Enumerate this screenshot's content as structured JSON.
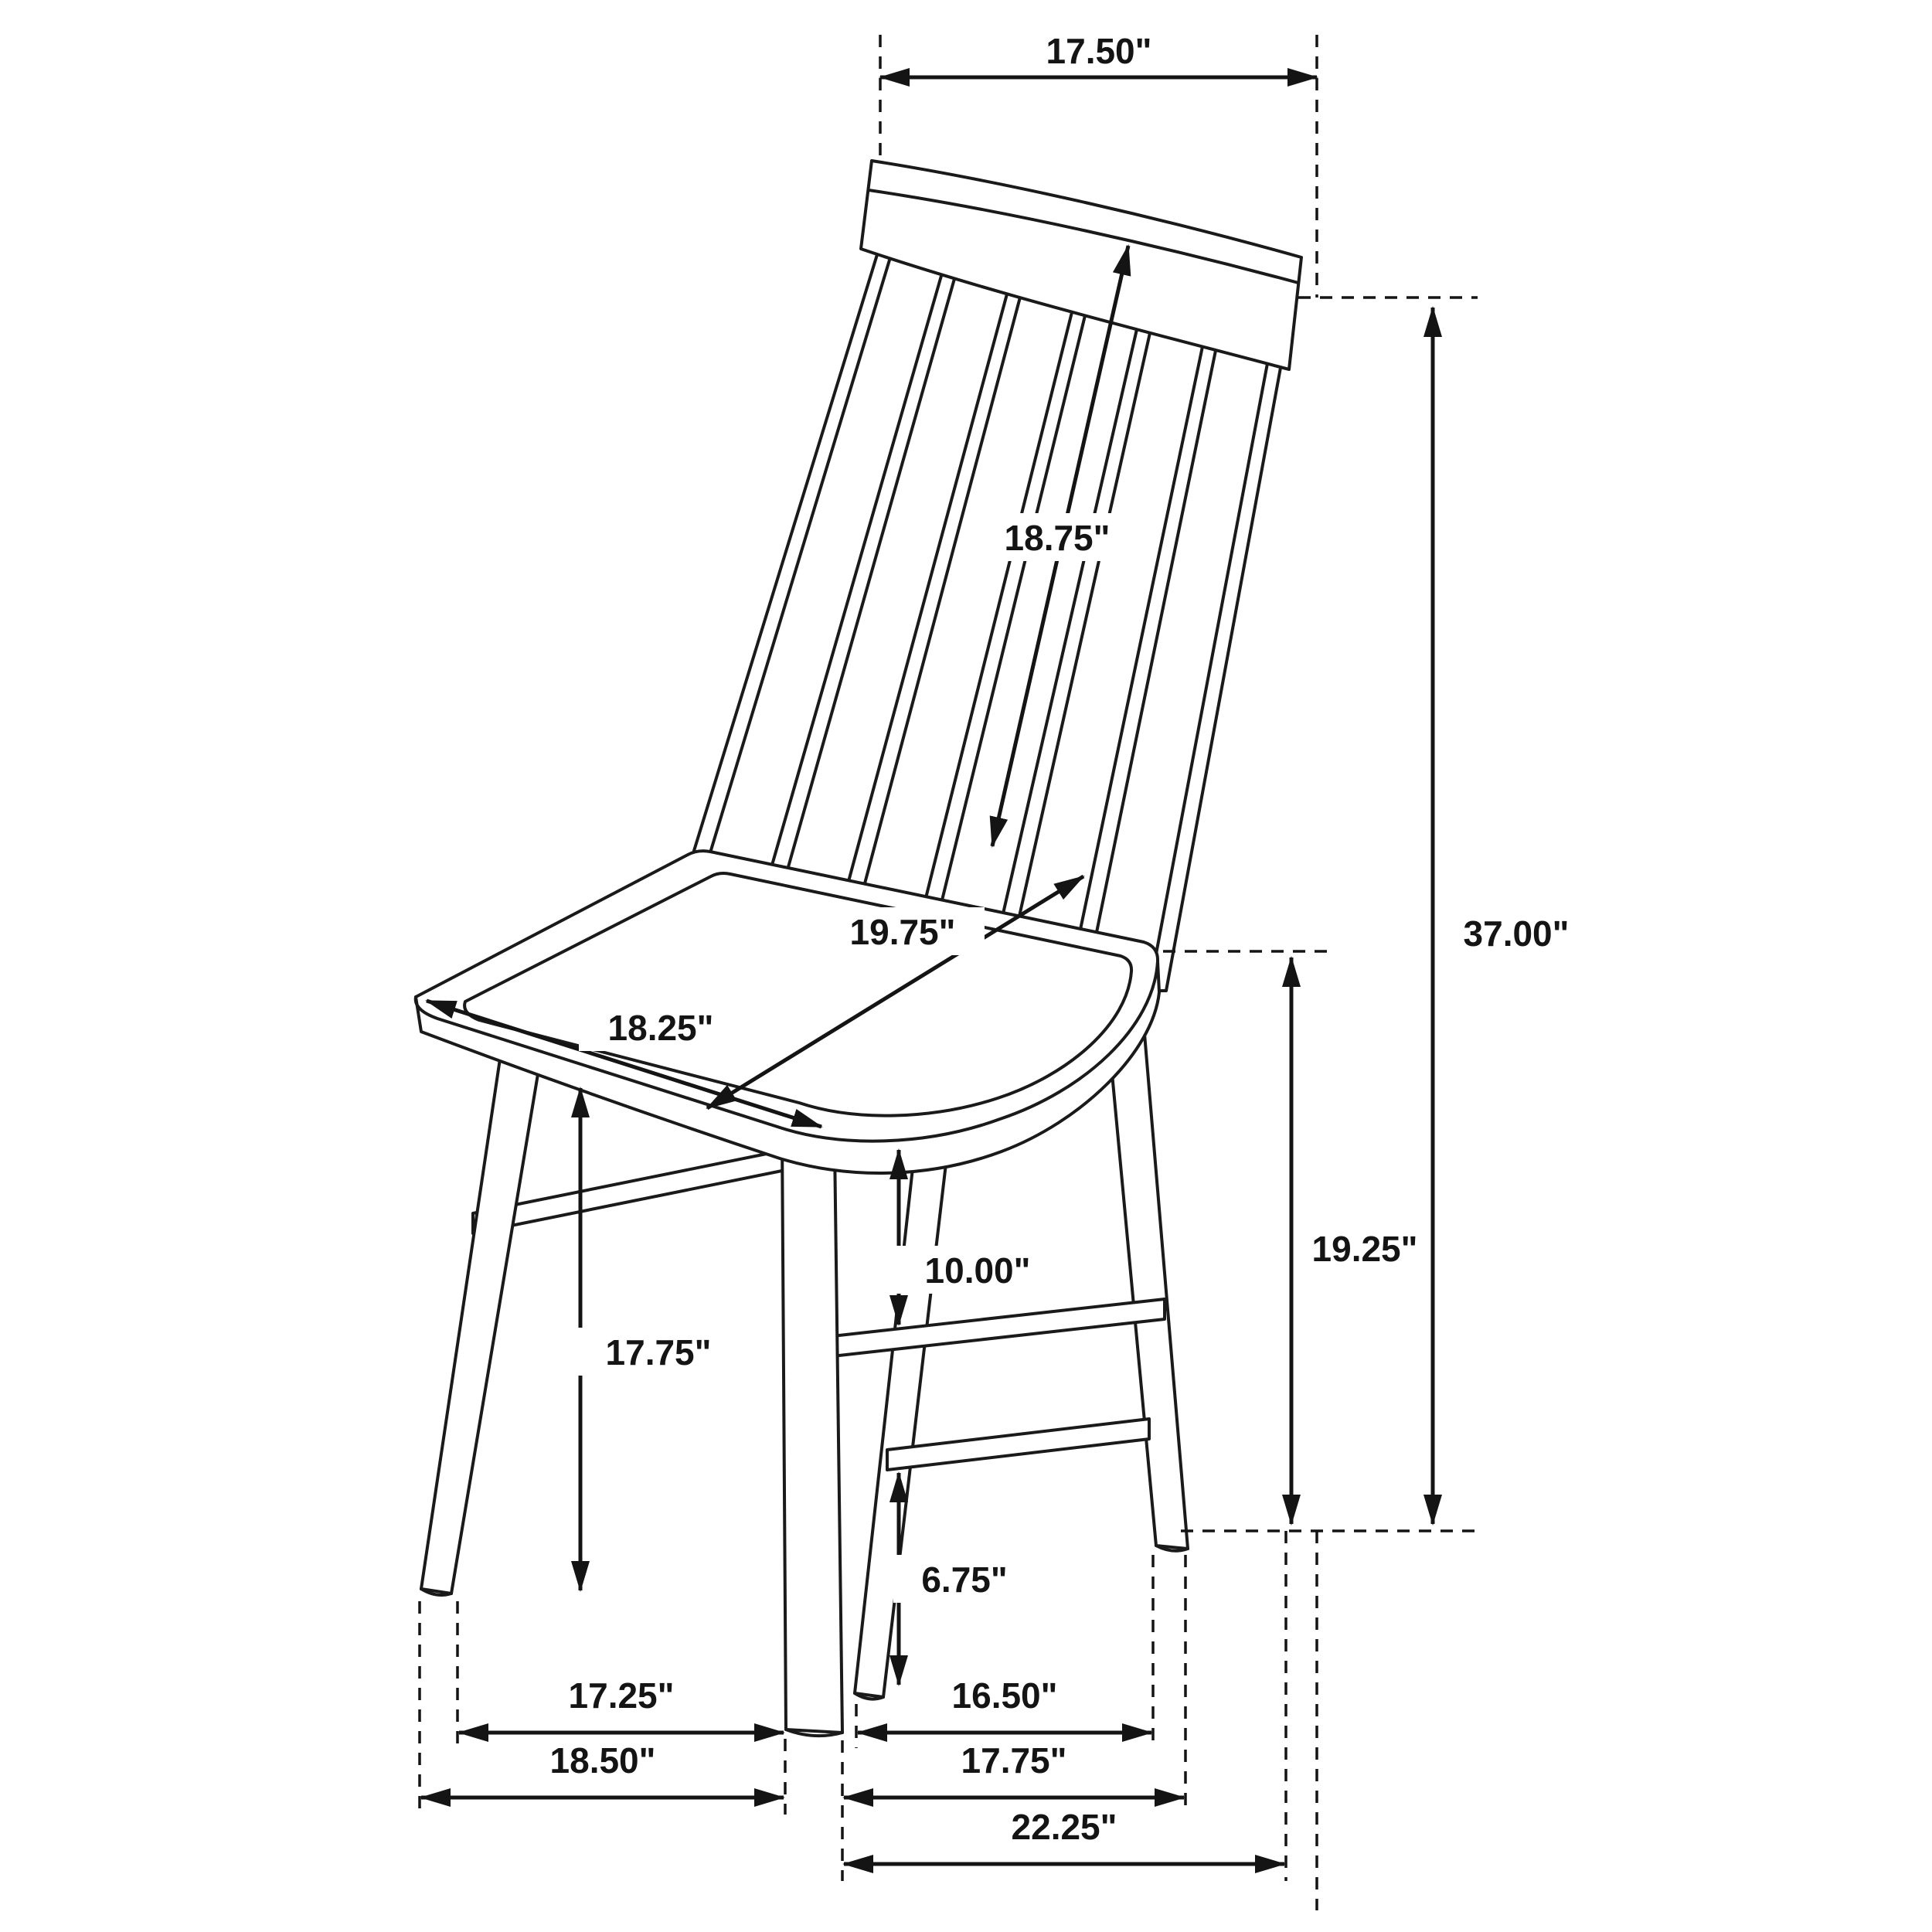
{
  "figure": {
    "subject": "Windsor side chair dimension diagram",
    "unit": "inches",
    "line_color": "#141414",
    "background": "#ffffff"
  },
  "dims": {
    "top_width": "17.50\"",
    "back_length": "18.75\"",
    "overall_height": "37.00\"",
    "seat_diagonal_depth": "19.75\"",
    "seat_width": "18.25\"",
    "floor_to_seat_bottom": "17.75\"",
    "stretcher_gap": "10.00\"",
    "stretcher_to_floor": "6.75\"",
    "floor_to_seat_top": "19.25\"",
    "front_leg_span_inner": "17.25\"",
    "front_leg_span_outer": "18.50\"",
    "depth_span_inner": "16.50\"",
    "depth_span_outer": "17.75\"",
    "overall_depth": "22.25\""
  }
}
